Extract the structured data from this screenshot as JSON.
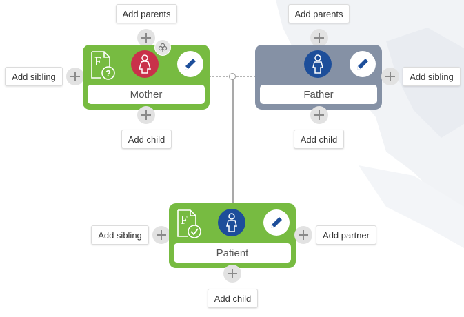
{
  "colors": {
    "accent_green": "#77bb41",
    "father_gray": "#8591a5",
    "female_red": "#c9314a",
    "male_blue": "#1d4e9a"
  },
  "mother": {
    "name": "Mother",
    "add_parents": "Add parents",
    "add_sibling": "Add sibling",
    "add_child": "Add child",
    "doc_letter": "F",
    "doc_status": "?"
  },
  "father": {
    "name": "Father",
    "add_parents": "Add parents",
    "add_sibling": "Add sibling",
    "add_child": "Add child"
  },
  "patient": {
    "name": "Patient",
    "add_sibling": "Add sibling",
    "add_partner": "Add partner",
    "add_child": "Add child",
    "doc_letter": "F",
    "doc_status": "check"
  },
  "icons": {
    "plus": "plus-icon",
    "edit": "pencil-icon",
    "female": "female-person-icon",
    "male": "male-person-icon",
    "club": "club-icon",
    "doc": "family-history-doc-icon"
  }
}
